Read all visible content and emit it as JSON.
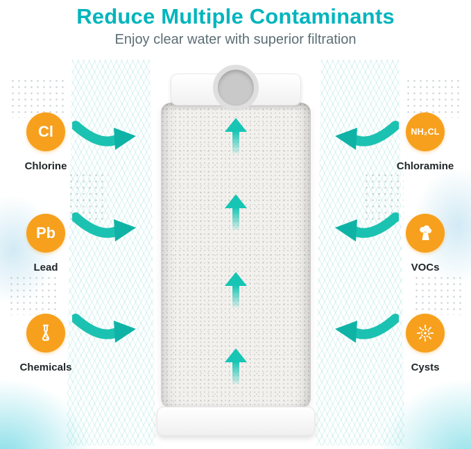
{
  "header": {
    "title": "Reduce Multiple Contaminants",
    "subtitle": "Enjoy clear water with superior filtration"
  },
  "colors": {
    "accent_teal": "#00b5bd",
    "arrow_teal": "#16c5b4",
    "badge_orange": "#f7a01d",
    "label_dark": "#21272a",
    "subtitle_gray": "#5c6e76"
  },
  "left_items": [
    {
      "badge": "Cl",
      "label": "Chlorine",
      "icon": "none"
    },
    {
      "badge": "Pb",
      "label": "Lead",
      "icon": "none"
    },
    {
      "badge": "",
      "label": "Chemicals",
      "icon": "flask-icon"
    }
  ],
  "right_items": [
    {
      "badge": "NH₂CL",
      "label": "Chloramine",
      "icon": "none"
    },
    {
      "badge": "",
      "label": "VOCs",
      "icon": "factory-icon"
    },
    {
      "badge": "",
      "label": "Cysts",
      "icon": "sun-icon"
    }
  ]
}
